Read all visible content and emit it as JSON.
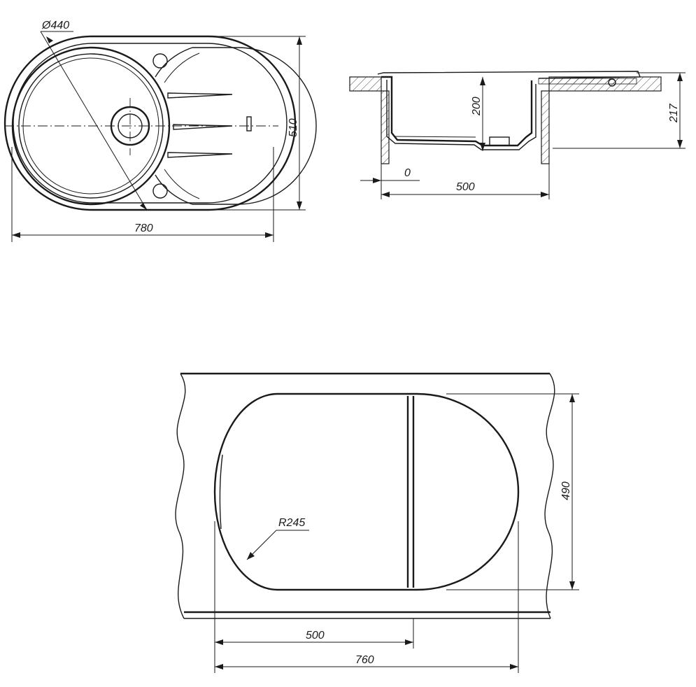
{
  "top_view": {
    "bowl_diameter_label": "Ø440",
    "width_label": "780",
    "height_label": "510"
  },
  "side_view": {
    "depth_label": "200",
    "total_height_label": "217",
    "offset_label": "0",
    "cabinet_label": "500"
  },
  "cutout_view": {
    "radius_label": "R245",
    "height_label": "490",
    "bowl_cabinet_label": "500",
    "width_label": "760"
  }
}
